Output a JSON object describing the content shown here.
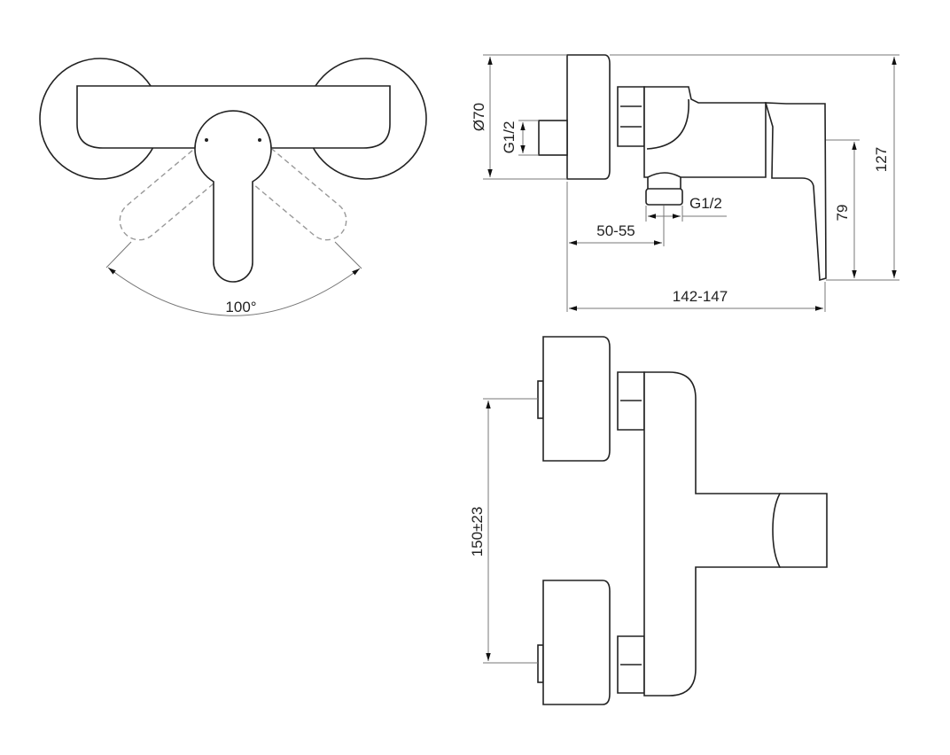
{
  "front_view": {
    "angle_label": "100°"
  },
  "side_view": {
    "diameter_label": "Ø70",
    "inlet_thread_label": "G1/2",
    "outlet_thread_label": "G1/2",
    "outlet_offset_label": "50-55",
    "depth_label": "142-147",
    "lever_height_label": "79",
    "total_height_label": "127"
  },
  "top_view": {
    "center_distance_label": "150±23"
  }
}
